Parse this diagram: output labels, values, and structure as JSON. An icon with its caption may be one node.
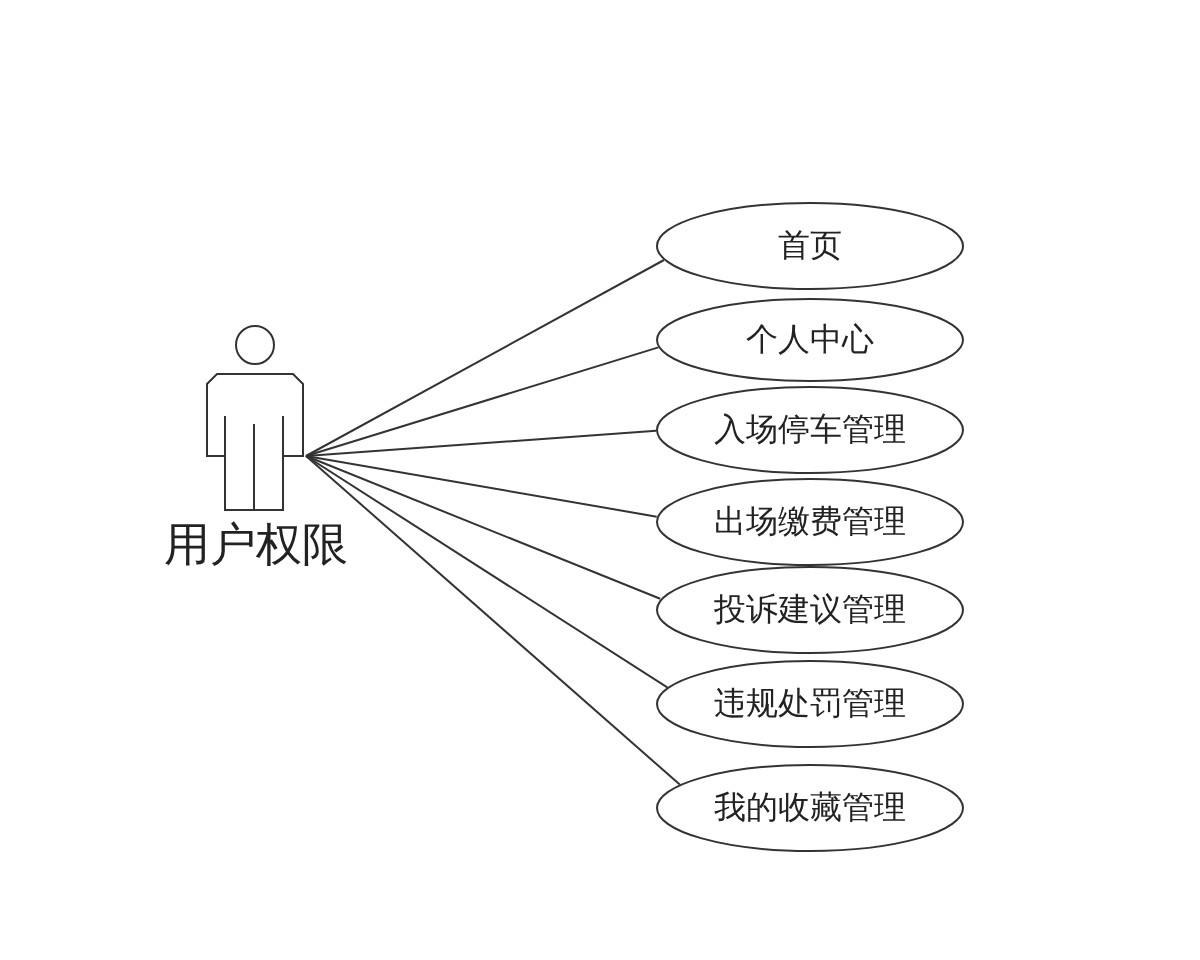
{
  "diagram": {
    "nodes": [
      {
        "text": [
          "用户权限"
        ]
      },
      {
        "text": [
          "首页"
        ]
      },
      {
        "text": [
          "个人中心"
        ]
      },
      {
        "text": [
          "入场停车管理"
        ]
      },
      {
        "text": [
          "出场缴费管理"
        ]
      },
      {
        "text": [
          "投诉建议管理"
        ]
      },
      {
        "text": [
          "违规处罚管理"
        ]
      },
      {
        "text": [
          "我的收藏管理"
        ]
      }
    ],
    "edges": [
      {
        "from": 0,
        "to": 1,
        "arrow": "none"
      },
      {
        "from": 0,
        "to": 2,
        "arrow": "none"
      },
      {
        "from": 0,
        "to": 3,
        "arrow": "none"
      },
      {
        "from": 0,
        "to": 4,
        "arrow": "none"
      },
      {
        "from": 0,
        "to": 5,
        "arrow": "none"
      },
      {
        "from": 0,
        "to": 6,
        "arrow": "none"
      },
      {
        "from": 0,
        "to": 7,
        "arrow": "none"
      }
    ]
  }
}
